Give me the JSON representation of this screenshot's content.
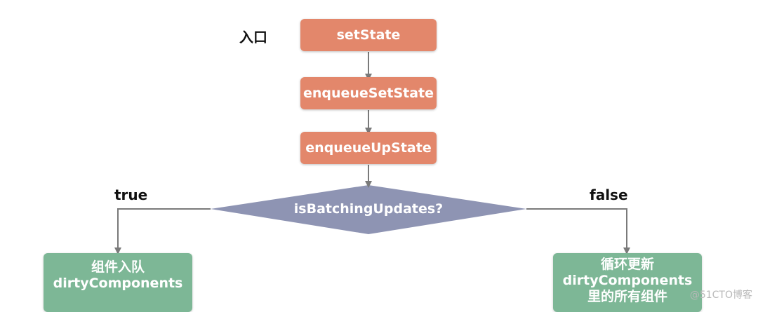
{
  "labels": {
    "entry": "入口",
    "true": "true",
    "false": "false"
  },
  "nodes": {
    "set_state": "setState",
    "enqueue_set_state": "enqueueSetState",
    "enqueue_up_state": "enqueueUpState",
    "decision": "isBatchingUpdates?",
    "true_branch": [
      "组件入队",
      "dirtyComponents"
    ],
    "false_branch": [
      "循环更新",
      "dirtyComponents",
      "里的所有组件"
    ]
  },
  "watermark": "@51CTO博客",
  "colors": {
    "process": "#e3876b",
    "decision": "#8e94b3",
    "result": "#7db796",
    "arrow": "#7a7a7a"
  }
}
